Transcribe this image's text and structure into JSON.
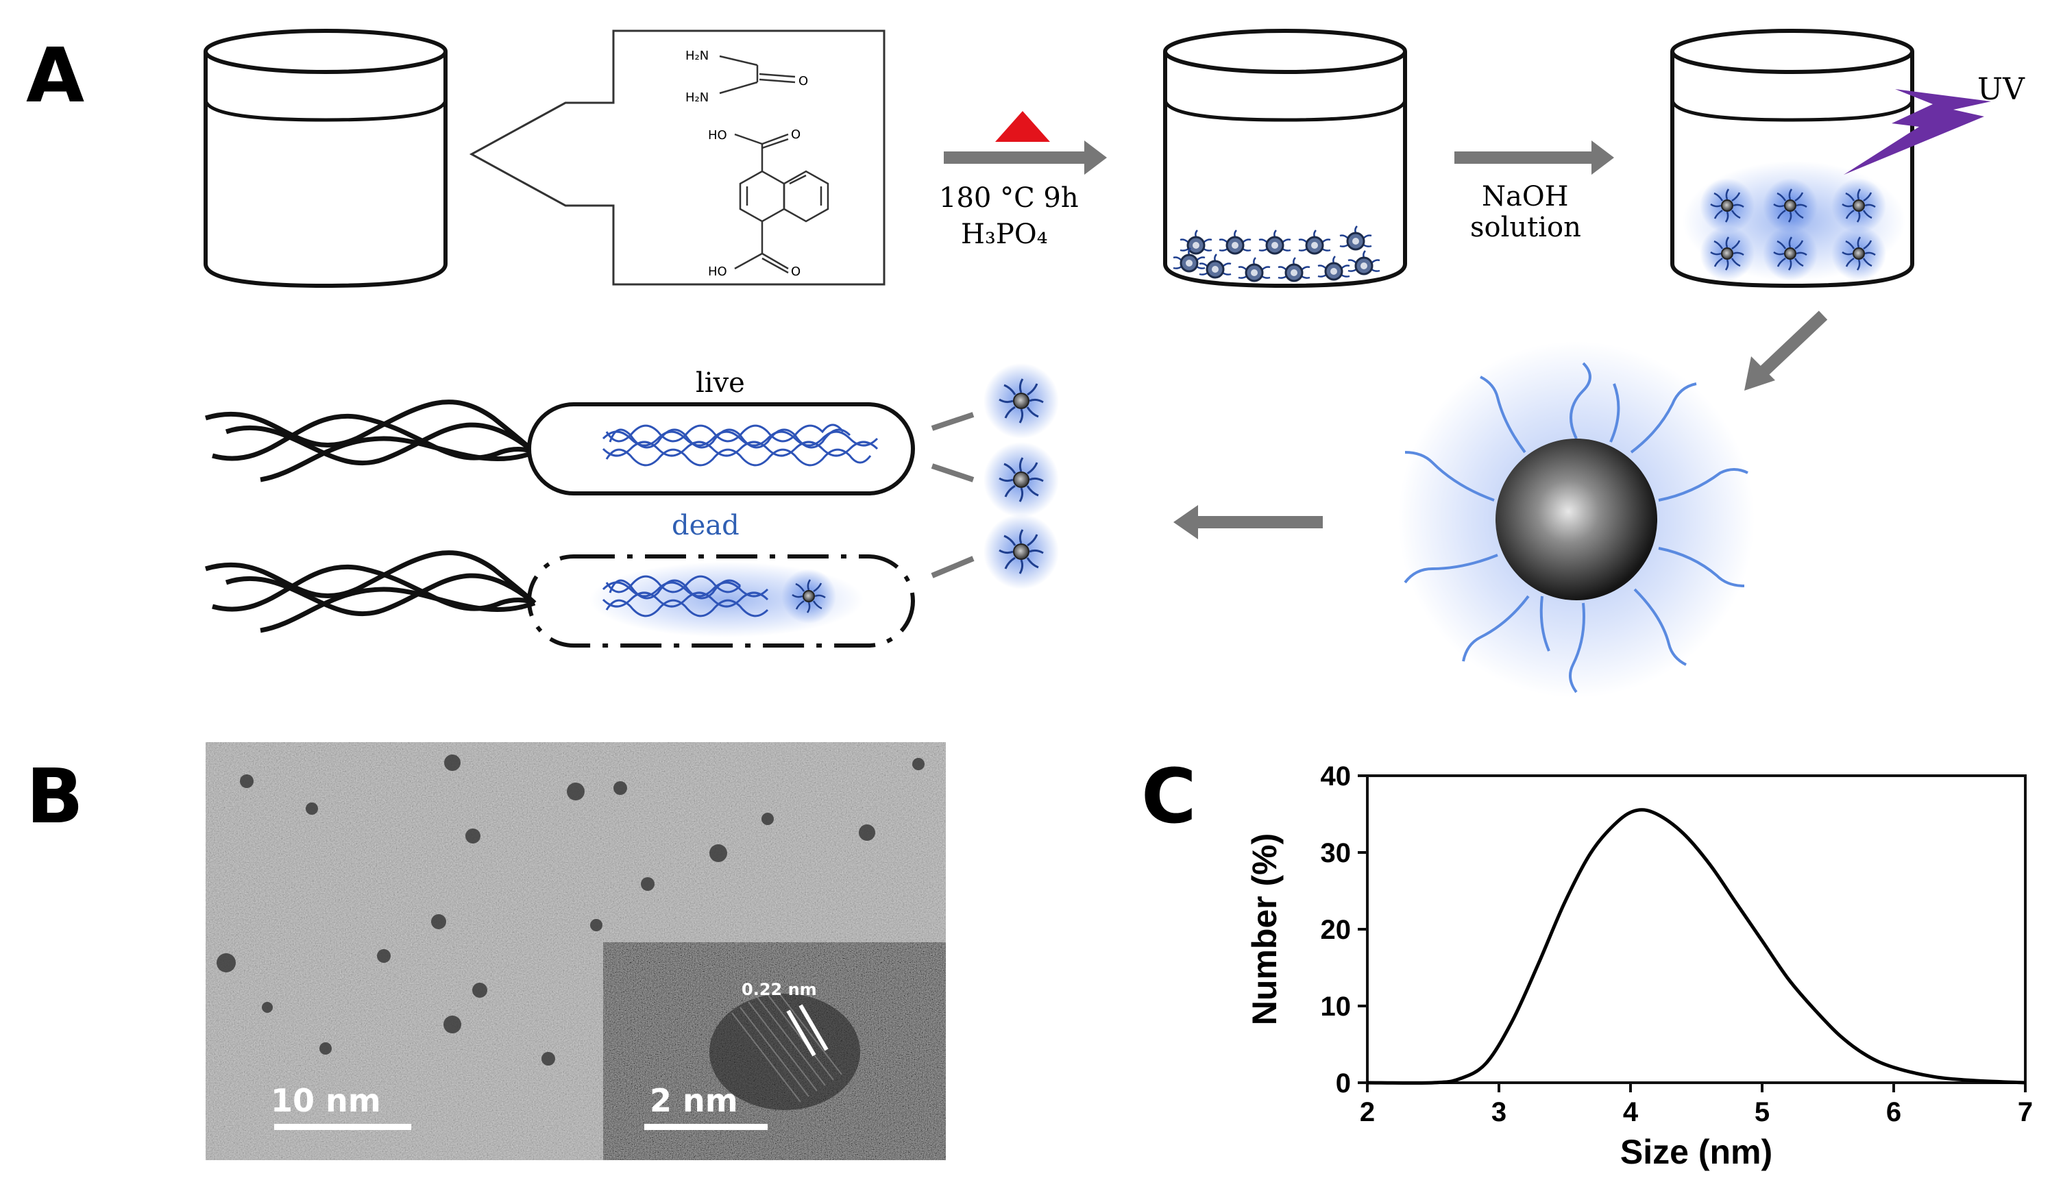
{
  "panels": {
    "a_letter": "A",
    "b_letter": "B",
    "c_letter": "C"
  },
  "scheme": {
    "molecule_labels": {
      "h2n_top": "H₂N",
      "h2n_bottom": "H₂N",
      "o_urea": "O",
      "ho_top": "HO",
      "o_top": "O",
      "ho_bottom": "HO",
      "o_bottom": "O"
    },
    "step1_line1": "180 °C  9h",
    "step1_line2": "H₃PO₄",
    "step2_line1": "NaOH",
    "step2_line2": "solution",
    "uv_label": "UV",
    "live_label": "live",
    "dead_label": "dead",
    "colors": {
      "heat_triangle": "#e3131b",
      "uv_bolt": "#6a2fa3",
      "dot_glow": "#3d6fe0",
      "arrow_grey": "#777777",
      "dead_label": "#2f5fb3"
    }
  },
  "tem": {
    "scale_main": "10 nm",
    "scale_inset": "2 nm",
    "lattice_label": "0.22 nm"
  },
  "chart_data": {
    "type": "line",
    "xlabel": "Size (nm)",
    "ylabel": "Number (%)",
    "xlim": [
      2,
      7
    ],
    "ylim": [
      0,
      40
    ],
    "xticks": [
      "2",
      "3",
      "4",
      "5",
      "6",
      "7"
    ],
    "yticks": [
      "0",
      "10",
      "20",
      "30",
      "40"
    ],
    "grid": false,
    "series": [
      {
        "x": [
          2.0,
          2.5,
          2.7,
          2.9,
          3.1,
          3.3,
          3.5,
          3.7,
          3.9,
          4.05,
          4.2,
          4.4,
          4.6,
          4.8,
          5.0,
          5.2,
          5.4,
          5.6,
          5.8,
          6.0,
          6.3,
          6.6,
          7.0
        ],
        "y": [
          0,
          0,
          0.5,
          2.5,
          8,
          15.5,
          23.5,
          30,
          34,
          35.5,
          35,
          32.5,
          28.5,
          23.5,
          18.5,
          13.5,
          9.5,
          6,
          3.5,
          2,
          0.8,
          0.3,
          0
        ]
      }
    ]
  }
}
